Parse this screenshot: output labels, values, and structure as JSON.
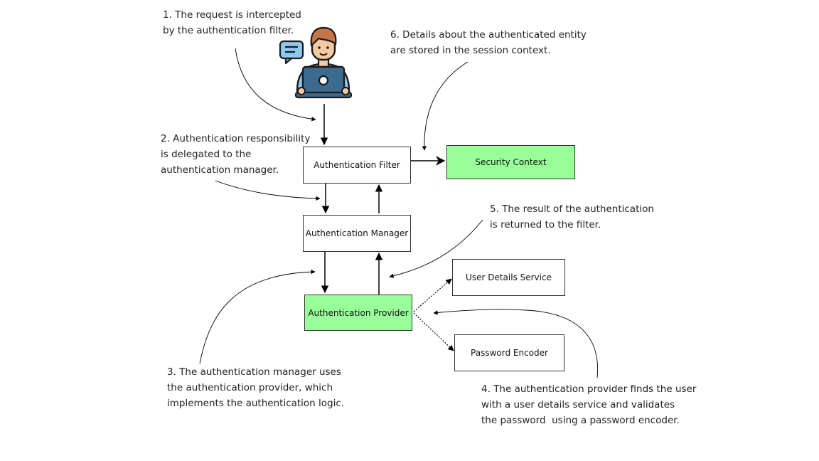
{
  "nodes": {
    "auth_filter": "Authentication Filter",
    "security_context": "Security Context",
    "auth_manager": "Authentication Manager",
    "auth_provider": "Authentication Provider",
    "user_details_service": "User Details Service",
    "password_encoder": "Password Encoder"
  },
  "notes": {
    "step1": [
      "1. The request is intercepted",
      "by the authentication filter."
    ],
    "step2": [
      "2. Authentication responsibility",
      "is delegated to the",
      "authentication manager."
    ],
    "step3": [
      "3. The authentication manager uses",
      "the authentication provider, which",
      "implements the authentication logic."
    ],
    "step4": [
      "4. The authentication provider finds the user",
      "with a user details service and validates",
      "the password  using a password encoder."
    ],
    "step5": [
      "5. The result of the authentication",
      "is returned to the filter."
    ],
    "step6": [
      "6. Details about the authenticated entity",
      "are stored in the session context."
    ]
  },
  "colors": {
    "highlight_green": "#99ff99",
    "user_shirt": "#8ec9f0",
    "laptop": "#3d6b8f",
    "hair": "#c8744a",
    "skin": "#f5c9a4",
    "speech_bubble": "#8ec9f0"
  },
  "icons": [
    "user-with-laptop-icon",
    "speech-bubble-icon"
  ]
}
